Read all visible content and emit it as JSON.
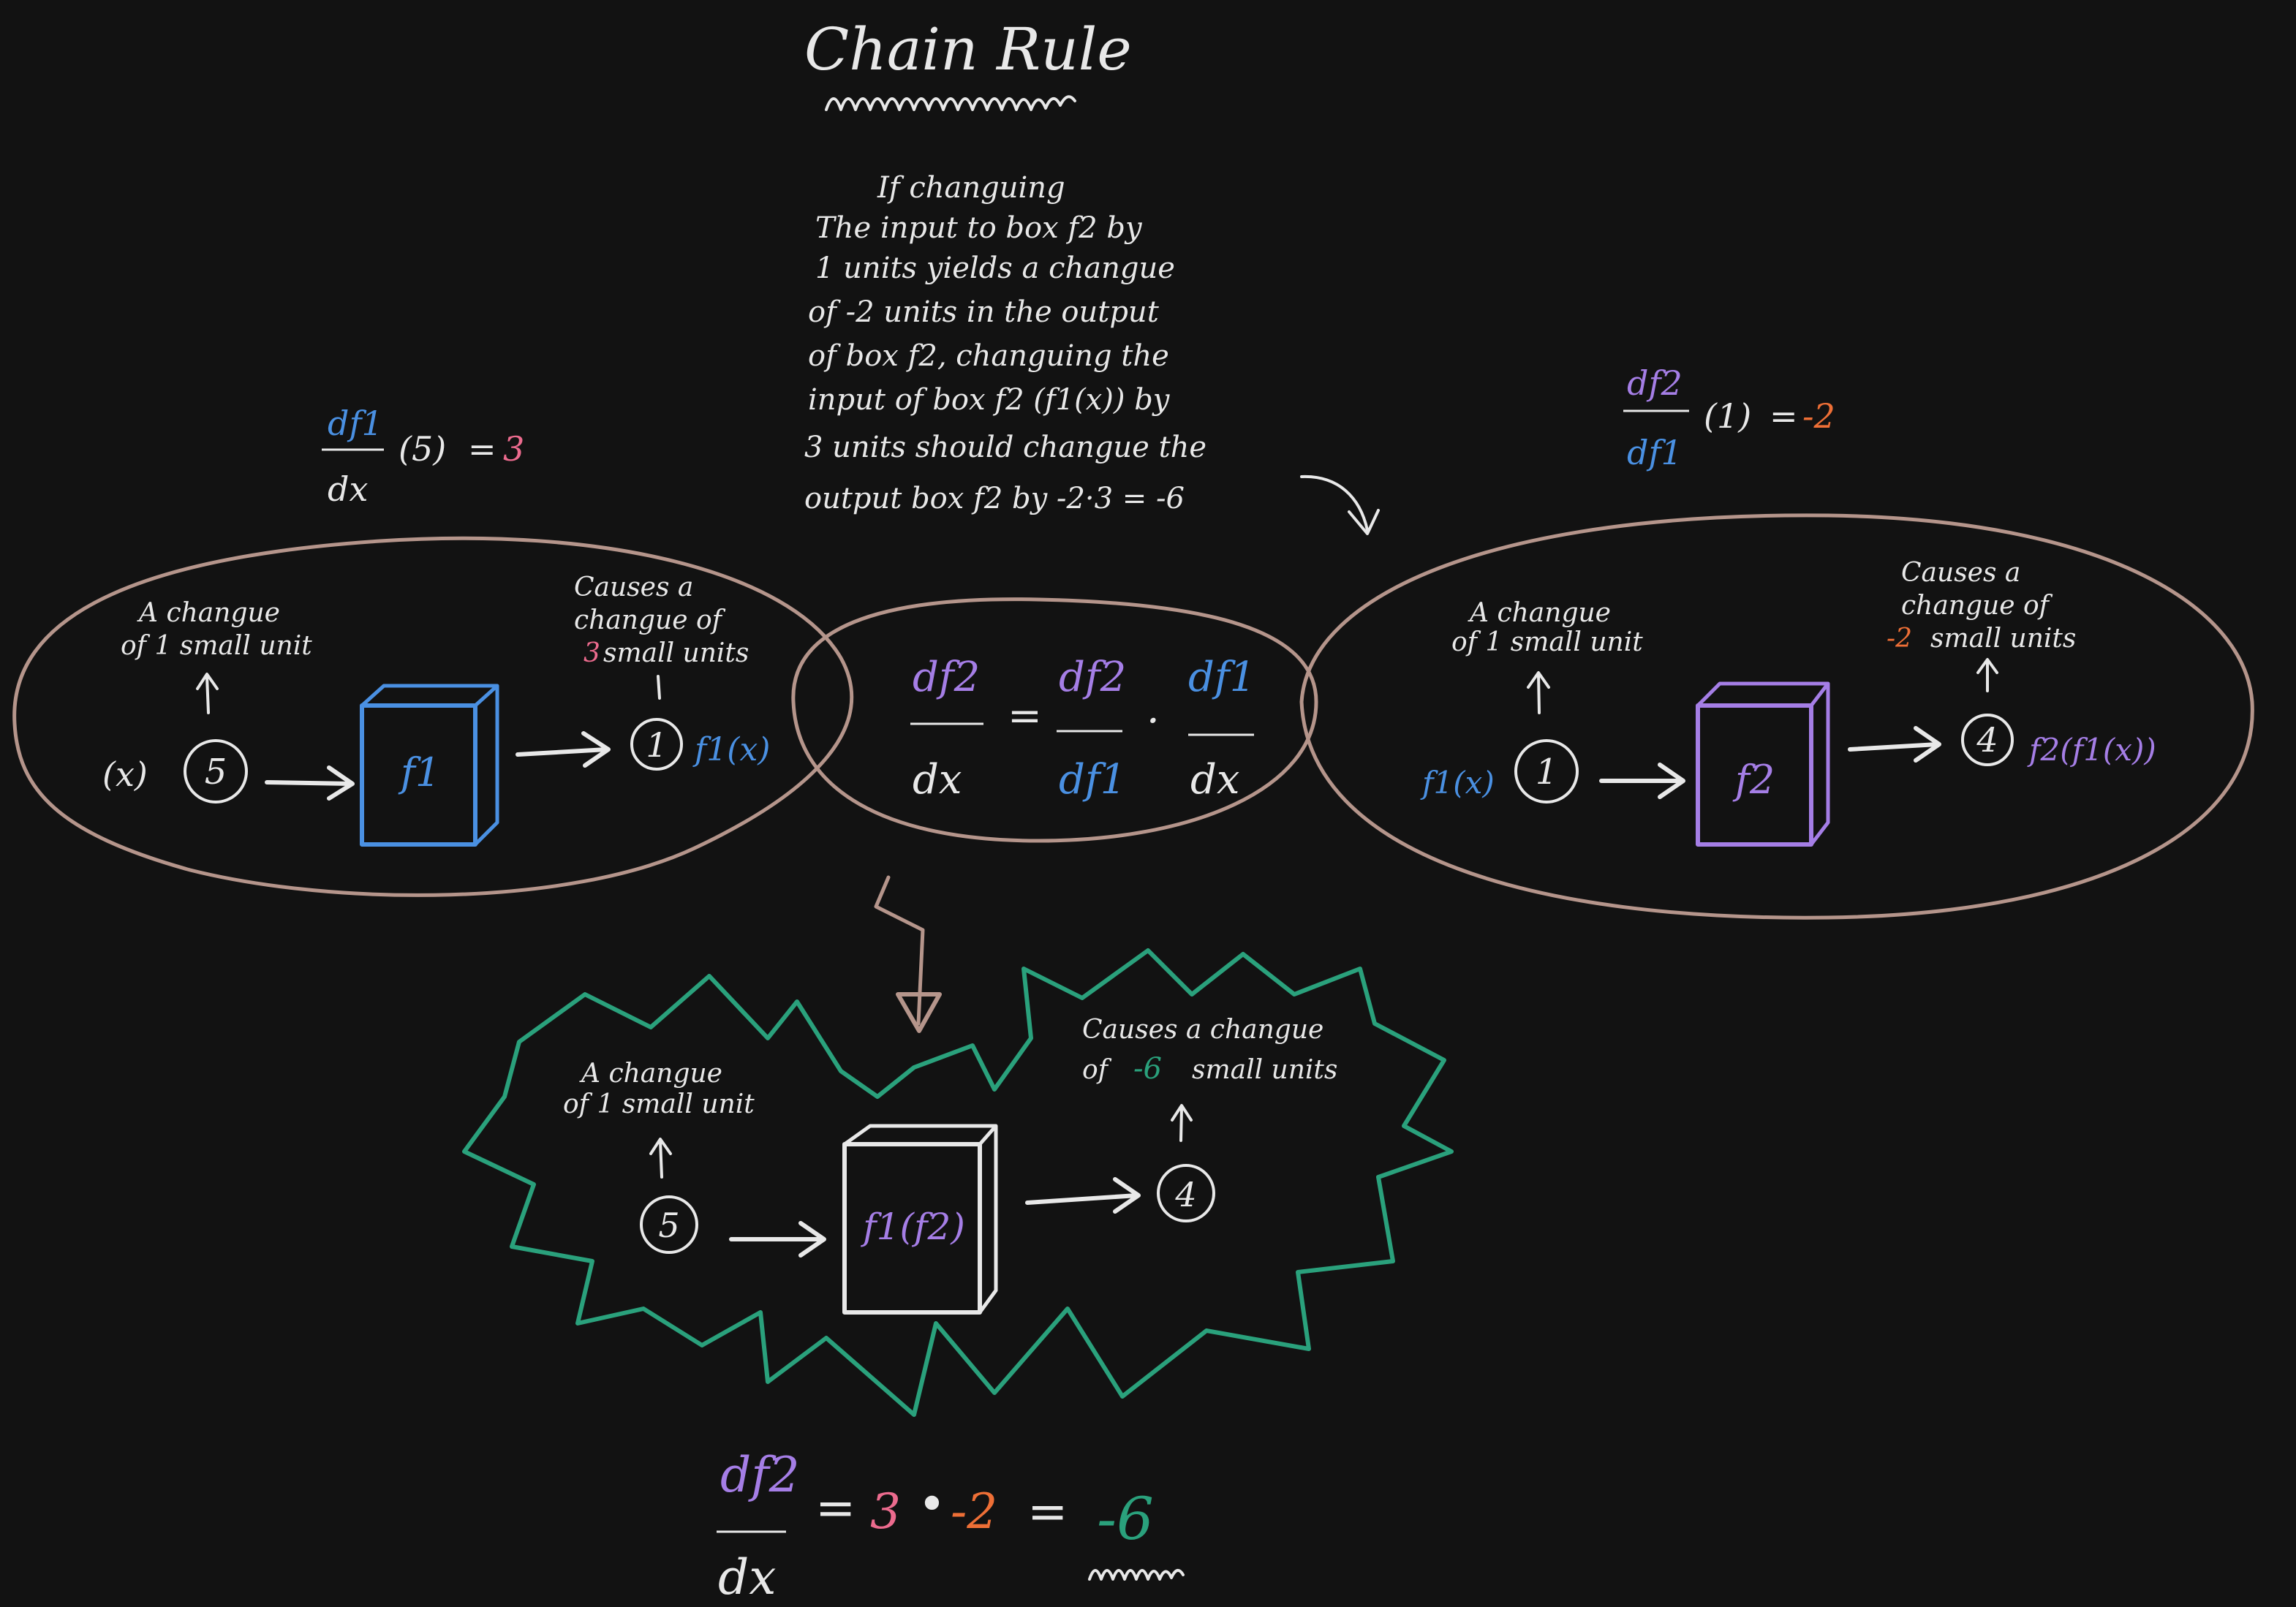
{
  "title": "Chain Rule",
  "colors": {
    "background": "#121212",
    "ink": "#e8e8e8",
    "f1_blue": "#4a90e2",
    "f2_purple": "#a57ee6",
    "orange": "#ee6f36",
    "pink": "#ec6b8e",
    "green": "#2aa17c",
    "ellipse_brown": "#b5958b"
  },
  "explanation_lines": [
    "If changuing",
    "The input to box f2 by",
    "1 units yields a changue",
    "of -2 units in the output",
    "of box f2, changuing the",
    "input of box f2 (f1(x)) by",
    "3 units should changue the",
    "output box f2 by -2·3 = -6"
  ],
  "left_derivative": {
    "num": "df1",
    "den": "dx",
    "arg": "(5)",
    "equals": "=",
    "value": "3"
  },
  "right_derivative": {
    "num": "df2",
    "den": "df1",
    "arg": "(1)",
    "equals": "=",
    "value": "-2"
  },
  "left_panel": {
    "change_label_1": "A changue",
    "change_label_2": "of 1 small unit",
    "input_var": "(x)",
    "input_value": "5",
    "box_label": "f1",
    "output_value": "1",
    "output_expr": "f1(x)",
    "result_label_1": "Causes a",
    "result_label_2": "changue of",
    "result_amount": "3",
    "result_label_3": "small units"
  },
  "center_formula": {
    "lhs_num": "df2",
    "lhs_den": "dx",
    "equals": "=",
    "r1_num": "df2",
    "r1_den": "df1",
    "dot": "·",
    "r2_num": "df1",
    "r2_den": "dx"
  },
  "right_panel": {
    "change_label_1": "A changue",
    "change_label_2": "of 1 small unit",
    "input_var": "f1(x)",
    "input_value": "1",
    "box_label": "f2",
    "output_value": "4",
    "output_expr": "f2(f1(x))",
    "result_label_1": "Causes a",
    "result_label_2": "changue of",
    "result_amount": "-2",
    "result_label_3": "small units"
  },
  "bottom_panel": {
    "change_label_1": "A changue",
    "change_label_2": "of 1 small unit",
    "input_value": "5",
    "box_label": "f1(f2)",
    "output_value": "4",
    "result_label_1": "Causes a changue",
    "result_label_2": "of",
    "result_amount": "-6",
    "result_label_3": "small units"
  },
  "final_equation": {
    "num": "df2",
    "den": "dx",
    "eq1": "=",
    "a": "3",
    "dot": "•",
    "b": "-2",
    "eq2": "=",
    "result": "-6"
  }
}
